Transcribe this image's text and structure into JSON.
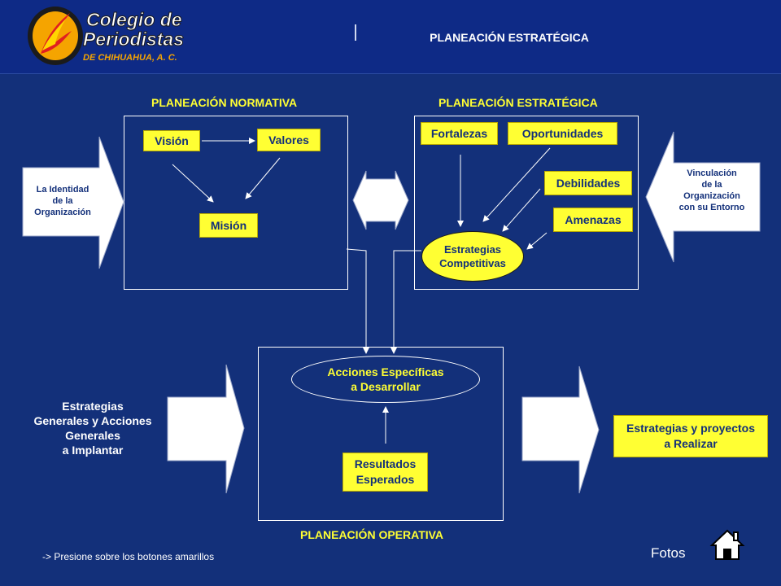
{
  "header": {
    "logo_line1": "Colegio de",
    "logo_line2": "Periodistas",
    "logo_line3": "DE CHIHUAHUA, A. C.",
    "title": "PLANEACIÓN ESTRATÉGICA"
  },
  "normativa": {
    "title": "PLANEACIÓN NORMATIVA",
    "vision": "Visión",
    "valores": "Valores",
    "mision": "Misión"
  },
  "estrategica": {
    "title": "PLANEACIÓN ESTRATÉGICA",
    "fortalezas": "Fortalezas",
    "oportunidades": "Oportunidades",
    "debilidades": "Debilidades",
    "amenazas": "Amenazas",
    "estrategias_l1": "Estrategias",
    "estrategias_l2": "Competitivas"
  },
  "operativa": {
    "title": "PLANEACIÓN OPERATIVA",
    "acciones_l1": "Acciones Específicas",
    "acciones_l2": "a Desarrollar",
    "resultados_l1": "Resultados",
    "resultados_l2": "Esperados"
  },
  "left_arrow": {
    "l1": "La Identidad",
    "l2": "de la",
    "l3": "Organización"
  },
  "right_arrow": {
    "l1": "Vinculación",
    "l2": "de la",
    "l3": "Organización",
    "l4": "con su Entorno"
  },
  "left_text": {
    "l1": "Estrategias",
    "l2": "Generales y Acciones",
    "l3": "Generales",
    "l4": "a Implantar"
  },
  "right_box": {
    "l1": "Estrategias y proyectos",
    "l2": "a Realizar"
  },
  "footer": {
    "note": "-> Presione sobre los botones amarillos",
    "fotos": "Fotos"
  },
  "colors": {
    "background": "#13307a",
    "accent": "#ffff33",
    "text": "#ffffff"
  }
}
